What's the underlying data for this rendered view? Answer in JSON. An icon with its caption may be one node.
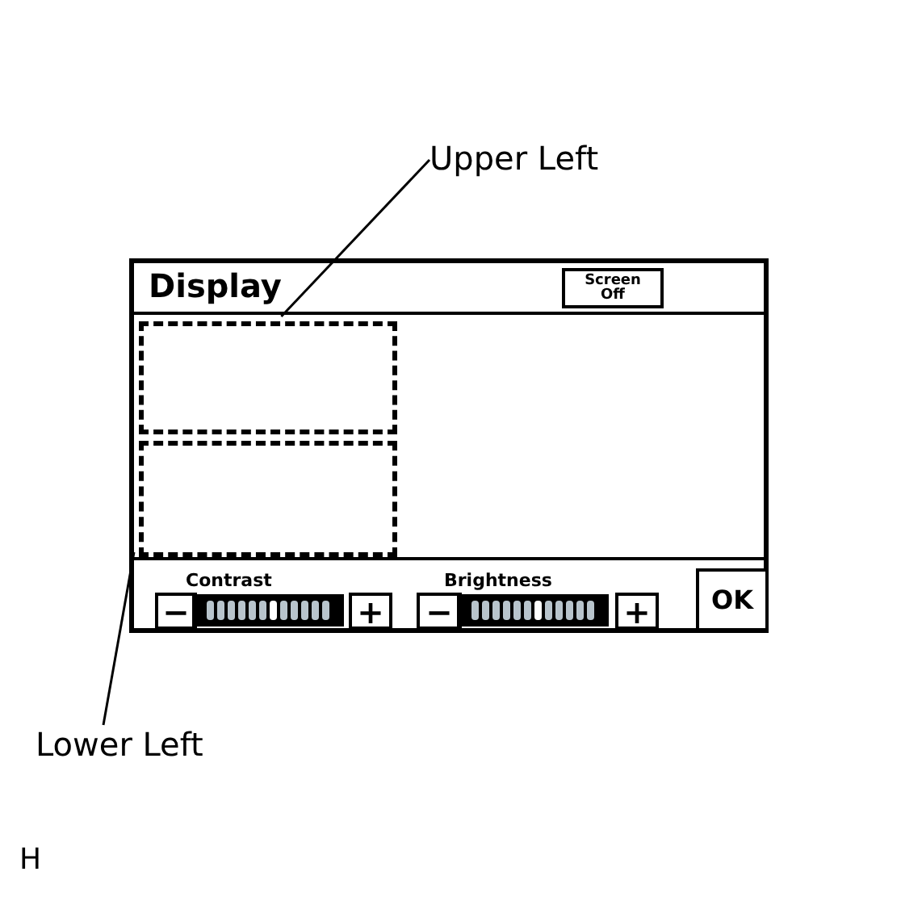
{
  "diagram": {
    "nodes": [
      {
        "text": [
          "Display"
        ]
      },
      {
        "text": [
          "Screen Off"
        ],
        "in": 0
      },
      {
        "text": [],
        "shape": "box",
        "in": 0
      },
      {
        "text": [],
        "shape": "box",
        "in": 0
      },
      {
        "text": [
          "−"
        ],
        "in": 0
      },
      {
        "text": [
          "+"
        ],
        "in": 0
      },
      {
        "text": [
          "−"
        ],
        "in": 0
      },
      {
        "text": [
          "+"
        ],
        "in": 0
      },
      {
        "text": [
          "OK"
        ],
        "in": 0
      },
      {
        "text": [
          "Upper Left"
        ]
      },
      {
        "text": [
          "Lower Left"
        ]
      }
    ],
    "edges": [
      {
        "from": 9,
        "to": 2,
        "arrow": "none"
      },
      {
        "from": 10,
        "to": 3,
        "arrow": "none"
      }
    ],
    "labels": [
      "Contrast",
      "Brightness",
      "H"
    ]
  }
}
